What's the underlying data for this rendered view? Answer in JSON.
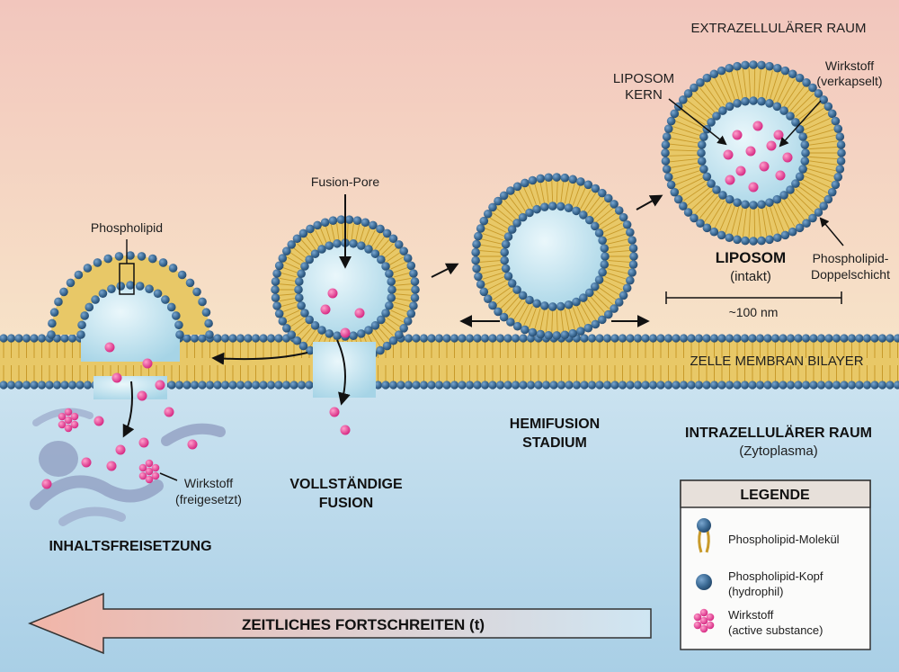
{
  "colors": {
    "sky_top": "#f2c6bd",
    "sky_bottom": "#f7e3c8",
    "cytoplasm_top": "#cfe5f1",
    "cytoplasm_bottom": "#a9cfe6",
    "head": "#3c6b95",
    "head_dark": "#23476a",
    "tail": "#e8c867",
    "tail_line": "#c89a2a",
    "lumen": "#bfe2ee",
    "drug": "#e8479a",
    "legend_header": "#e7e0da",
    "arrow_fill": "#f1c1b5"
  },
  "labels": {
    "extracellular": "EXTRAZELLULÄRER RAUM",
    "liposome_core": [
      "LIPOSOM",
      "KERN"
    ],
    "drug_encapsulated": [
      "Wirkstoff",
      "(verkapselt)"
    ],
    "liposome_title": "LIPOSOM",
    "liposome_sub": "(intakt)",
    "bilayer": [
      "Phospholipid-",
      "Doppelschicht"
    ],
    "scale": "~100 nm",
    "membrane": "ZELLE MEMBRAN BILAYER",
    "hemifusion": [
      "HEMIFUSION",
      "STADIUM"
    ],
    "intracellular": "INTRAZELLULÄRER RAUM",
    "cytoplasm": "(Zytoplasma)",
    "fusion_pore": "Fusion-Pore",
    "full_fusion": [
      "VOLLSTÄNDIGE",
      "FUSION"
    ],
    "phospholipid": "Phospholipid",
    "drug_released": [
      "Wirkstoff",
      "(freigesetzt)"
    ],
    "content_release": "INHALTSFREISETZUNG",
    "time_arrow": "ZEITLICHES FORTSCHREITEN (t)"
  },
  "legend": {
    "title": "LEGENDE",
    "items": [
      {
        "icon": "phospholipid-molecule-icon",
        "lines": [
          "Phospholipid-Molekül"
        ]
      },
      {
        "icon": "phospholipid-head-icon",
        "lines": [
          "Phospholipid-Kopf",
          "(hydrophil)"
        ]
      },
      {
        "icon": "drug-cluster-icon",
        "lines": [
          "Wirkstoff",
          "(active substance)"
        ]
      }
    ]
  }
}
